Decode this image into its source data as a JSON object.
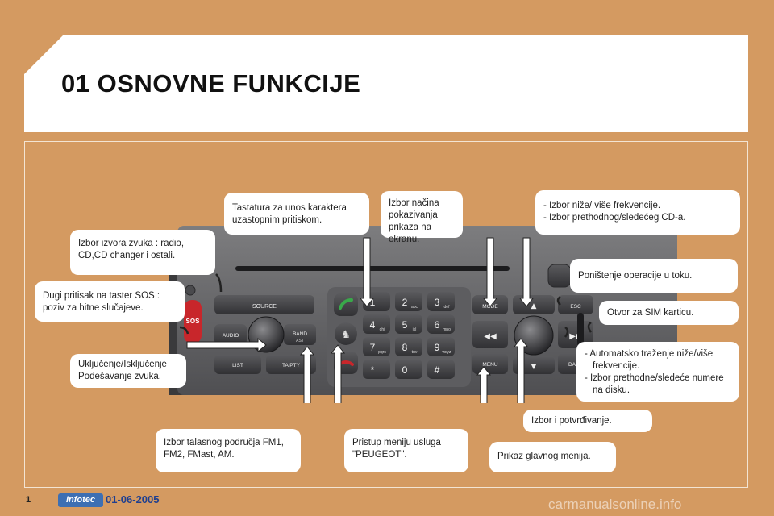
{
  "page": {
    "title": "01 OSNOVNE FUNKCIJE"
  },
  "footer": {
    "page_number": "1",
    "logo_text": "Infotec",
    "date": "01-06-2005",
    "watermark": "carmanualsonline.info"
  },
  "radio": {
    "source": "SOURCE",
    "audio": "AUDIO",
    "list": "LIST",
    "band": "BAND",
    "ast": "AST",
    "ta_pty": "TA PTY",
    "mode": "MODE",
    "esc": "ESC",
    "menu": "MENU",
    "dark": "DARK",
    "sos": "SOS",
    "keys": [
      {
        "d": "1",
        "l": ""
      },
      {
        "d": "2",
        "l": "abc"
      },
      {
        "d": "3",
        "l": "def"
      },
      {
        "d": "4",
        "l": "ghi"
      },
      {
        "d": "5",
        "l": "jkl"
      },
      {
        "d": "6",
        "l": "mno"
      },
      {
        "d": "7",
        "l": "pqrs"
      },
      {
        "d": "8",
        "l": "tuv"
      },
      {
        "d": "9",
        "l": "wxyz"
      },
      {
        "d": "*",
        "l": ""
      },
      {
        "d": "0",
        "l": ""
      },
      {
        "d": "#",
        "l": ""
      }
    ]
  },
  "callouts": {
    "keypad": "Tastatura za unos karaktera uzastopnim pritiskom.",
    "display_mode": "Izbor načina pokazivanja prikaza na ekranu.",
    "freq": [
      "Izbor niže/ više frekvencije.",
      "Izbor prethodnog/sledećeg CD-a."
    ],
    "source": "Izbor izvora zvuka : radio, CD,CD changer i ostali.",
    "cancel": "Poništenje operacije u toku.",
    "sos": "Dugi pritisak na taster SOS : poziv za hitne slučajeve.",
    "sim": "Otvor za SIM karticu.",
    "power": "Uključenje/Isključenje Podešavanje zvuka.",
    "auto_search": [
      "Automatsko traženje niže/više frekvencije.",
      "Izbor prethodne/sledeće numere na disku."
    ],
    "confirm": "Izbor i potvrđivanje.",
    "band": "Izbor talasnog područja FM1, FM2, FMast, AM.",
    "peugeot": "Pristup meniju usluga \"PEUGEOT\".",
    "main_menu": "Prikaz glavnog menija."
  }
}
